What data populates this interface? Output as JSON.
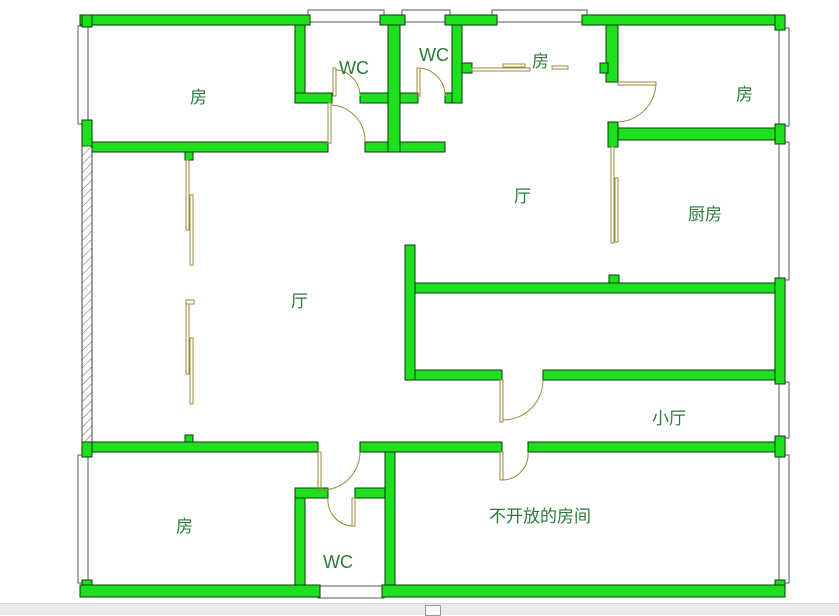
{
  "colors": {
    "wall": "#1ee01e",
    "door": "#9a8a3a",
    "label": "#2a7a3a"
  },
  "rooms": {
    "room_top_left": "房",
    "wc_1": "WC",
    "wc_2": "WC",
    "room_top_mid": "房",
    "room_top_right": "房",
    "hall_upper": "厅",
    "kitchen": "厨房",
    "hall_main": "厅",
    "small_hall": "小厅",
    "room_bottom_left": "房",
    "wc_3": "WC",
    "closed_room": "不开放的房间"
  }
}
